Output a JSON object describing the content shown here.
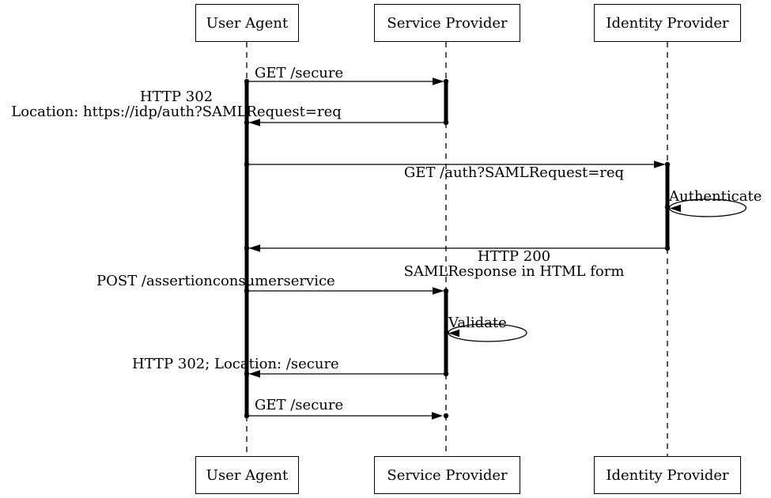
{
  "diagram": {
    "type": "sequence-diagram",
    "background_color": "#ffffff",
    "line_color": "#000000",
    "text_color": "#000000",
    "actors": [
      {
        "id": "user-agent",
        "label": "User Agent"
      },
      {
        "id": "service-provider",
        "label": "Service Provider"
      },
      {
        "id": "identity-provider",
        "label": "Identity Provider"
      }
    ],
    "messages": [
      {
        "n": 1,
        "from": "user-agent",
        "to": "service-provider",
        "label": "GET /secure"
      },
      {
        "n": 2,
        "from": "service-provider",
        "to": "user-agent",
        "label": "HTTP 302",
        "label2": "Location: https://idp/auth?SAMLRequest=req"
      },
      {
        "n": 3,
        "from": "user-agent",
        "to": "identity-provider",
        "label": "GET /auth?SAMLRequest=req"
      },
      {
        "n": 4,
        "type": "self-loop",
        "on": "identity-provider",
        "label": "Authenticate"
      },
      {
        "n": 5,
        "from": "identity-provider",
        "to": "user-agent",
        "label": "HTTP 200",
        "label2": "SAMLResponse in HTML form"
      },
      {
        "n": 6,
        "from": "user-agent",
        "to": "service-provider",
        "label": "POST /assertionconsumerservice"
      },
      {
        "n": 7,
        "type": "self-loop",
        "on": "service-provider",
        "label": "Validate"
      },
      {
        "n": 8,
        "from": "service-provider",
        "to": "user-agent",
        "label": "HTTP 302; Location: /secure"
      },
      {
        "n": 9,
        "from": "user-agent",
        "to": "service-provider",
        "label": "GET /secure"
      }
    ]
  }
}
